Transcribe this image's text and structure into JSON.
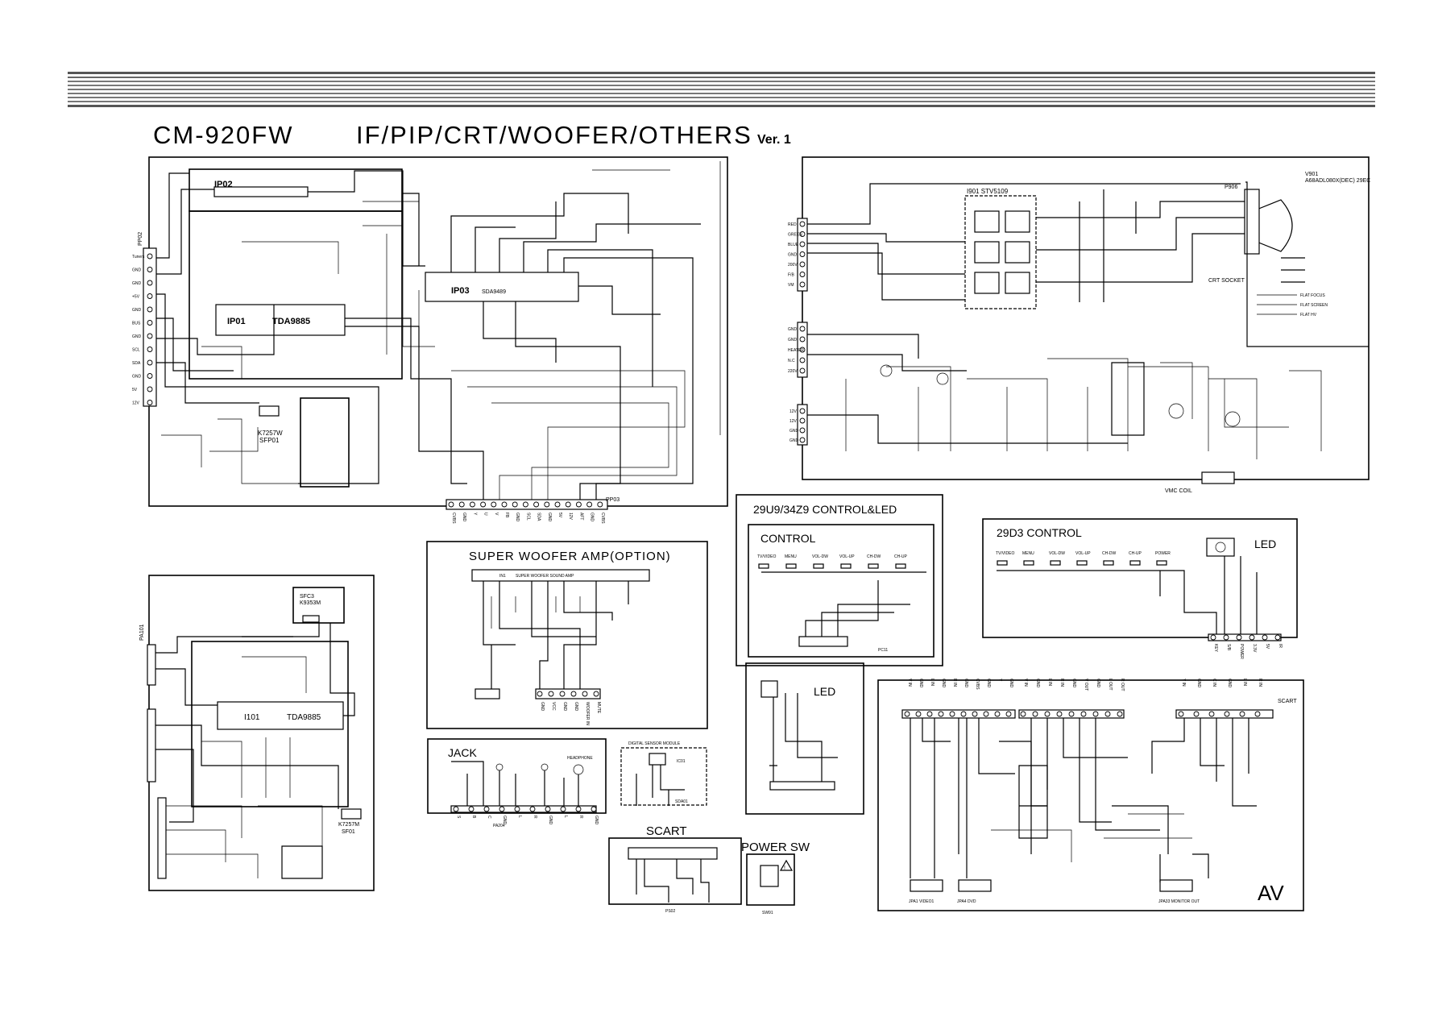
{
  "header": {
    "model": "CM-920FW",
    "subtitle": "IF/PIP/CRT/WOOFER/OTHERS",
    "version": "Ver. 1"
  },
  "blocks": {
    "if_main": {
      "ic_ip02": "IP02",
      "ic_ip01": "IP01",
      "ic_ip01_part": "TDA9885",
      "ic_ip03": "IP03",
      "ic_ip03_part": "SDA9489",
      "saw_filter": "K7257W",
      "saw_filter_ref": "SFP01",
      "connector_left": "PP02",
      "connector_bottom": "PP03",
      "left_pins": [
        "Tuners",
        "GND",
        "GND",
        "+5V",
        "GND",
        "BUS",
        "GND",
        "SCL",
        "SDA",
        "GND",
        "5V",
        "12V"
      ],
      "bottom_pins": [
        "CVBS",
        "GND",
        "Y",
        "U",
        "V",
        "FB",
        "GND",
        "SCL",
        "SDA",
        "GND",
        "5V",
        "12V",
        "AFT",
        "GND",
        "CVBS"
      ]
    },
    "crt": {
      "ic_label": "I901 STV5109",
      "crt_ref": "V901",
      "crt_part": "A68ADL080X(DEC) 29EC",
      "socket": "CRT SOCKET",
      "plug": "P906",
      "vm_coil": "VMC COIL",
      "rgb_pins": [
        "RED",
        "GREEN",
        "BLUE",
        "GND",
        "200V",
        "F/B",
        "VM"
      ],
      "heater_pins": [
        "GND",
        "GND",
        "HEATER",
        "N.C",
        "220V"
      ],
      "supply_pins": [
        "12V",
        "12V",
        "GND",
        "GND"
      ],
      "outputs": [
        "FLAT FOCUS",
        "FLAT SCREEN",
        "FLAT HV"
      ]
    },
    "pip": {
      "ic_label": "I101",
      "ic_part": "TDA9885",
      "saw_top": "SFC3",
      "saw_top_part": "K9353M",
      "saw_bottom": "K7257M",
      "saw_bottom_ref": "SF01",
      "connector": "PA101"
    },
    "woofer": {
      "title": "SUPER WOOFER AMP(OPTION)",
      "ic_label": "IN1",
      "ic_desc": "SUPER WOOFER SOUND AMP",
      "pins": [
        "GND",
        "VCC",
        "GND",
        "GND",
        "WOOFER IN",
        "MUTE"
      ]
    },
    "jack": {
      "title": "JACK",
      "headphone": "HEADPHONE",
      "pins": [
        "S",
        "B",
        "C",
        "GND",
        "L",
        "R",
        "GND",
        "L",
        "R",
        "GND"
      ],
      "ref": "PA204"
    },
    "dsm": {
      "title": "DIGITAL SENSOR MODULE",
      "ic": "IC01",
      "sensor": "SDA01"
    },
    "scart": {
      "title": "SCART",
      "ref": "PS02"
    },
    "power": {
      "title": "POWER SW",
      "ref": "SW91"
    },
    "control_29u9": {
      "title": "29U9/34Z9 CONTROL&LED",
      "subtitle": "CONTROL",
      "buttons": [
        "TV/VIDEO",
        "MENU",
        "VOL-DW",
        "VOL-UP",
        "CH-DW",
        "CH-UP"
      ],
      "connector": "PC11",
      "led_title": "LED"
    },
    "control_29d3": {
      "title": "29D3 CONTROL",
      "buttons": [
        "TV/VIDEO",
        "MENU",
        "VOL-DW",
        "VOL-UP",
        "CH-DW",
        "CH-UP",
        "POWER"
      ],
      "led_title": "LED",
      "connector_pins": [
        "KEY",
        "S/B",
        "POWER",
        "3.3V",
        "5V",
        "IR"
      ]
    },
    "av": {
      "title": "AV",
      "scart_label": "SCART",
      "left_pins": [
        "V IN",
        "GND",
        "L IN",
        "GND",
        "R IN",
        "GND",
        "CVBS",
        "GND",
        "Y",
        "GND"
      ],
      "mid_pins": [
        "V IN",
        "GND",
        "L IN",
        "R IN",
        "GND",
        "V OUT",
        "GND",
        "L OUT",
        "R OUT"
      ],
      "right_pins": [
        "Y IN",
        "GND",
        "C IN",
        "GND",
        "L IN",
        "R IN"
      ],
      "jacks": [
        "JPA1 VIDEO1",
        "JPA4 DVD",
        "JPA33 MONITOR OUT"
      ]
    }
  }
}
